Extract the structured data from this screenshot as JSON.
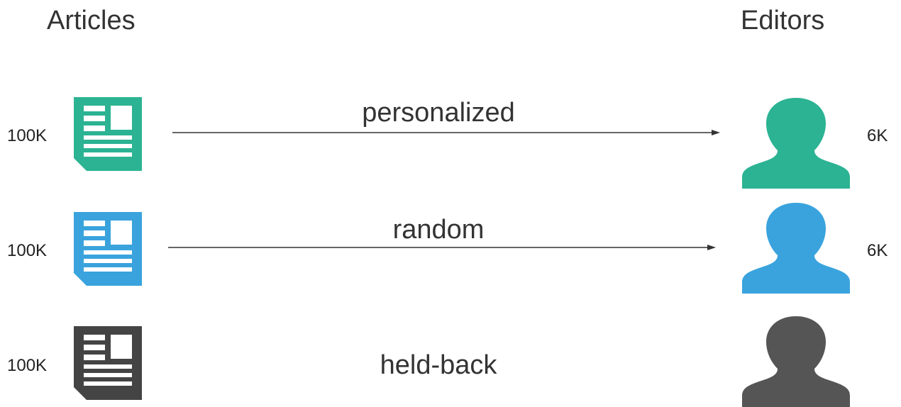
{
  "headers": {
    "articles": "Articles",
    "editors": "Editors"
  },
  "rows": [
    {
      "count_articles": "100K",
      "method": "personalized",
      "count_editors": "6K",
      "color": "#2bb393",
      "has_arrow": true
    },
    {
      "count_articles": "100K",
      "method": "random",
      "count_editors": "6K",
      "color": "#3aa3dd",
      "has_arrow": true
    },
    {
      "count_articles": "100K",
      "method": "held-back",
      "count_editors": "",
      "color": "#555555",
      "has_arrow": false
    }
  ],
  "icons": {
    "article": "article-document-icon",
    "editor": "editor-person-icon",
    "arrow": "right-arrow-icon"
  }
}
